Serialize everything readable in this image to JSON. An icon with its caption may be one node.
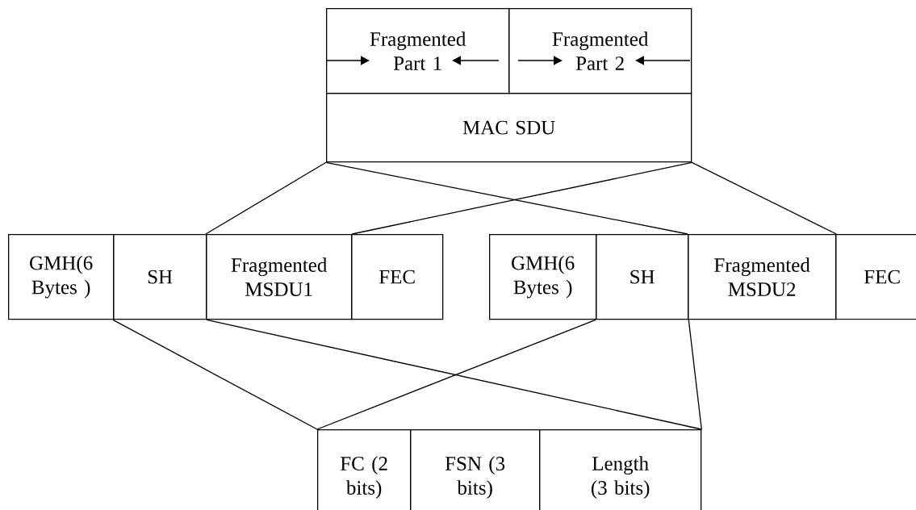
{
  "diagram": {
    "nodes": [
      {
        "text": [
          "Fragmented Part 1"
        ]
      },
      {
        "text": [
          "Fragmented Part 2"
        ]
      },
      {
        "text": [
          "MAC SDU"
        ]
      },
      {
        "text": [
          "GMH(6 Bytes )"
        ]
      },
      {
        "text": [
          "SH"
        ]
      },
      {
        "text": [
          "Fragmented MSDU1"
        ]
      },
      {
        "text": [
          "FEC"
        ]
      },
      {
        "text": [
          "GMH(6 Bytes )"
        ]
      },
      {
        "text": [
          "SH"
        ]
      },
      {
        "text": [
          "Fragmented MSDU2"
        ]
      },
      {
        "text": [
          "FEC"
        ]
      },
      {
        "text": [
          "FC (2 bits)"
        ]
      },
      {
        "text": [
          "FSN (3 bits)"
        ]
      },
      {
        "text": [
          "Length (3 bits)"
        ]
      }
    ],
    "edges": [
      {
        "from": 2,
        "to": 5,
        "arrow": "none"
      },
      {
        "from": 2,
        "to": 5,
        "arrow": "none"
      },
      {
        "from": 2,
        "to": 9,
        "arrow": "none"
      },
      {
        "from": 2,
        "to": 9,
        "arrow": "none"
      },
      {
        "from": 4,
        "to": 11,
        "arrow": "none"
      },
      {
        "from": 4,
        "to": 13,
        "arrow": "none"
      },
      {
        "from": 8,
        "to": 11,
        "arrow": "none"
      },
      {
        "from": 8,
        "to": 13,
        "arrow": "none"
      }
    ]
  }
}
